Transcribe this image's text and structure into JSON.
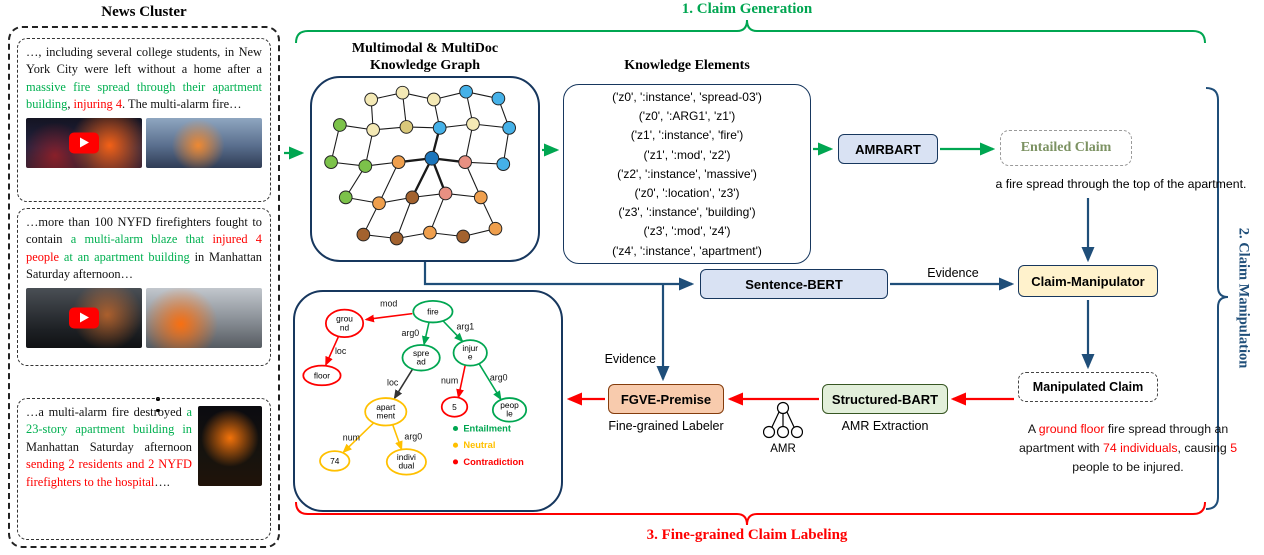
{
  "stages": {
    "stage1": "1. Claim Generation",
    "stage2": "2. Claim Manipulation",
    "stage3": "3. Fine-grained Claim Labeling"
  },
  "news_cluster": {
    "title": "News Cluster",
    "snippets": [
      {
        "segments": [
          {
            "text": "…, including several college students, in New York City were left without a home after a ",
            "color": "black"
          },
          {
            "text": "massive fire spread through their apartment building",
            "color": "green"
          },
          {
            "text": ", ",
            "color": "black"
          },
          {
            "text": "injuring 4",
            "color": "red"
          },
          {
            "text": ". The multi-alarm fire…",
            "color": "black"
          }
        ]
      },
      {
        "segments": [
          {
            "text": "…more than 100 NYFD firefighters fought to contain ",
            "color": "black"
          },
          {
            "text": "a multi-alarm blaze that ",
            "color": "green"
          },
          {
            "text": "injured 4 people ",
            "color": "red"
          },
          {
            "text": "at an apartment building ",
            "color": "green"
          },
          {
            "text": "in Manhattan Saturday afternoon…",
            "color": "black"
          }
        ]
      },
      {
        "segments": [
          {
            "text": "…a multi-alarm fire destroyed ",
            "color": "black"
          },
          {
            "text": "a 23-story apartment building in",
            "color": "green"
          },
          {
            "text": " Manhattan Saturday afternoon ",
            "color": "black"
          },
          {
            "text": "sending 2 residents and 2 NYFD firefighters to the hospital",
            "color": "red"
          },
          {
            "text": "….",
            "color": "black"
          }
        ]
      }
    ]
  },
  "knowledge_graph": {
    "title_line1": "Multimodal & MultiDoc",
    "title_line2": "Knowledge Graph"
  },
  "knowledge_elements": {
    "title": "Knowledge Elements",
    "triples": [
      "('z0', ':instance', 'spread-03')",
      "('z0', ':ARG1', 'z1')",
      "('z1', ':instance', 'fire')",
      "('z1', ':mod', 'z2')",
      "('z2', ':instance', 'massive')",
      "('z0', ':location', 'z3')",
      "('z3', ':instance', 'building')",
      "('z3', ':mod', 'z4')",
      "('z4', ':instance', 'apartment')"
    ]
  },
  "components": {
    "amrbart": "AMRBART",
    "entailed_claim": "Entailed Claim",
    "sentence_bert": "Sentence-BERT",
    "claim_manipulator": "Claim-Manipulator",
    "manipulated_claim": "Manipulated Claim",
    "structured_bart": "Structured-BART",
    "structured_bart_caption": "AMR Extraction",
    "fgve_premise": "FGVE-Premise",
    "fgve_caption": "Fine-grained Labeler",
    "amr_icon_label": "AMR",
    "evidence_label_1": "Evidence",
    "evidence_label_2": "Evidence"
  },
  "entailed_claim_text": "a fire spread through the top of the apartment.",
  "manipulated_claim_lines": [
    {
      "segments": [
        {
          "text": "A ",
          "color": "black"
        },
        {
          "text": "ground floor",
          "color": "red"
        },
        {
          "text": " fire spread through an",
          "color": "black"
        }
      ]
    },
    {
      "segments": [
        {
          "text": "apartment with ",
          "color": "black"
        },
        {
          "text": "74 individuals",
          "color": "red"
        },
        {
          "text": ", causing ",
          "color": "black"
        },
        {
          "text": "5",
          "color": "red"
        }
      ]
    },
    {
      "segments": [
        {
          "text": "people to be injured.",
          "color": "black"
        }
      ]
    }
  ],
  "amr_graph": {
    "nodes": {
      "fire": {
        "label": "fire",
        "lines": [
          "fire"
        ],
        "type": "entailment"
      },
      "ground": {
        "label": "ground",
        "lines": [
          "grou",
          "nd"
        ],
        "type": "contradiction"
      },
      "floor": {
        "label": "floor",
        "lines": [
          "floor"
        ],
        "type": "contradiction"
      },
      "spread": {
        "label": "spread",
        "lines": [
          "spre",
          "ad"
        ],
        "type": "entailment"
      },
      "injure": {
        "label": "injure",
        "lines": [
          "injur",
          "e"
        ],
        "type": "entailment"
      },
      "apartment": {
        "label": "apartment",
        "lines": [
          "apart",
          "ment"
        ],
        "type": "neutral"
      },
      "five": {
        "label": "5",
        "lines": [
          "5"
        ],
        "type": "contradiction"
      },
      "people": {
        "label": "people",
        "lines": [
          "peop",
          "le"
        ],
        "type": "entailment"
      },
      "seventy_four": {
        "label": "74",
        "lines": [
          "74"
        ],
        "type": "neutral"
      },
      "individual": {
        "label": "individual",
        "lines": [
          "indivi",
          "dual"
        ],
        "type": "neutral"
      }
    },
    "edge_labels": {
      "fire_ground": "mod",
      "ground_floor": "loc",
      "fire_spread": "arg0",
      "fire_injure": "arg1",
      "spread_apartment": "loc",
      "injure_five": "num",
      "injure_people": "arg0",
      "apartment_74": "num",
      "apartment_individual": "arg0"
    },
    "legend": [
      {
        "label": "Entailment",
        "color": "#00a651"
      },
      {
        "label": "Neutral",
        "color": "#ffc000"
      },
      {
        "label": "Contradiction",
        "color": "#fe0000"
      }
    ]
  },
  "colors": {
    "stage1_green": "#00a651",
    "stage2_blue": "#1f4e79",
    "stage3_red": "#fe0000",
    "entailment_green": "#00a651",
    "neutral_yellow": "#ffc000",
    "contradiction_red": "#fe0000"
  }
}
